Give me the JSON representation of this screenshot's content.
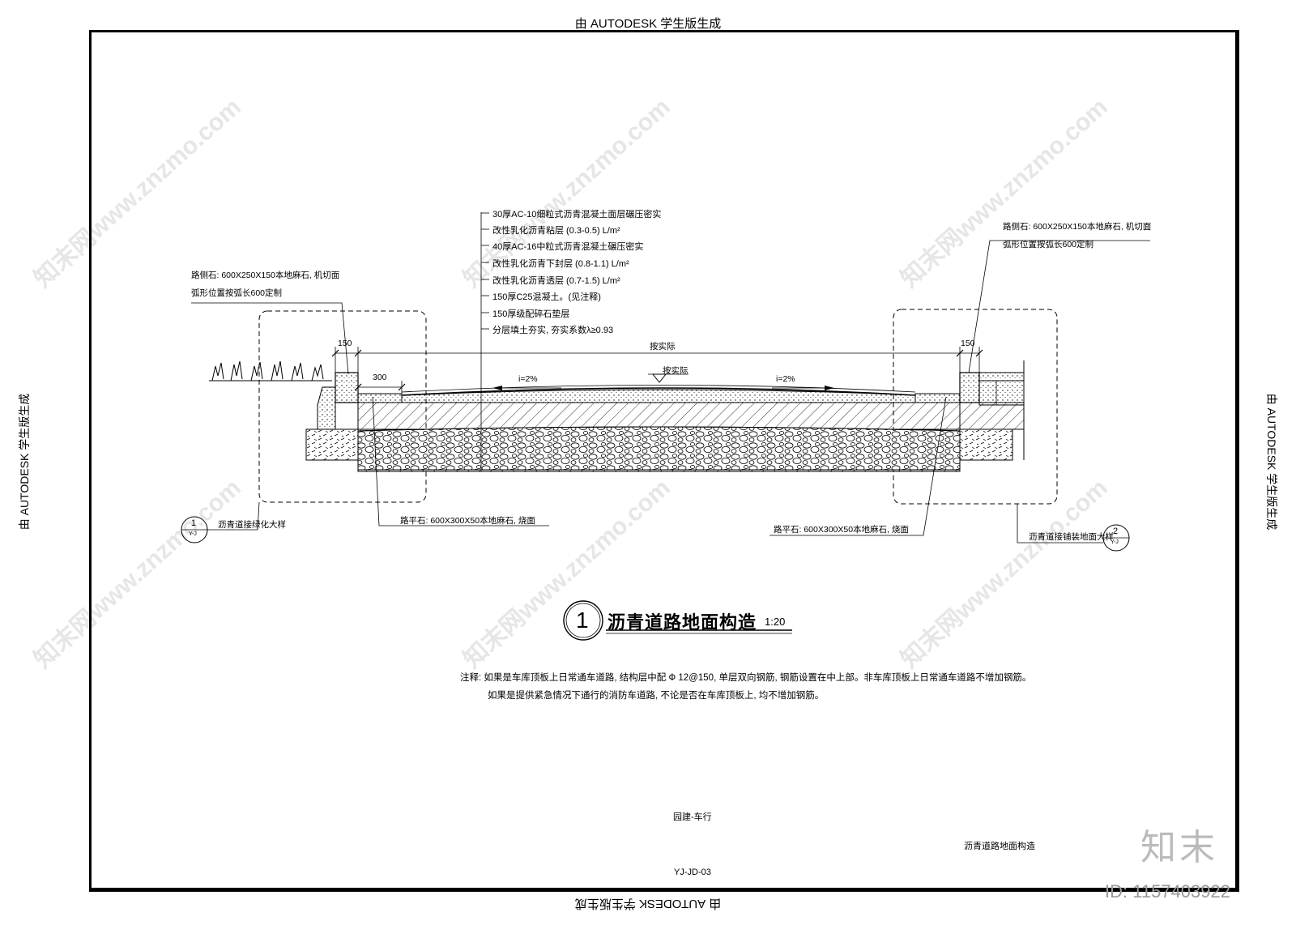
{
  "autodesk_watermark": "由 AUTODESK 学生版生成",
  "site_watermark": "知末网www.znzmo.com",
  "layers": [
    "30厚AC-10细粒式沥青混凝土面层碾压密实",
    "改性乳化沥青粘层 (0.3-0.5) L/m²",
    "40厚AC-16中粒式沥青混凝土碾压密实",
    "改性乳化沥青下封层 (0.8-1.1) L/m²",
    "改性乳化沥青透层 (0.7-1.5) L/m²",
    "150厚C25混凝土。(见注释)",
    "150厚级配碎石垫层",
    "分层填土夯实, 夯实系数λ≥0.93"
  ],
  "curb_left": {
    "line1": "路侧石: 600X250X150本地麻石, 机切面",
    "line2": "弧形位置按弧长600定制"
  },
  "curb_right": {
    "line1": "路侧石: 600X250X150本地麻石, 机切面",
    "line2": "弧形位置按弧长600定制"
  },
  "dims": {
    "d150_left": "150",
    "d300": "300",
    "d150_right": "150",
    "by_actual_top": "按实际",
    "by_actual_mid": "按实际"
  },
  "slope_left": "i=2%",
  "slope_right": "i=2%",
  "flat_stone_left": "路平石: 600X300X50本地麻石, 烧面",
  "flat_stone_right": "路平石: 600X300X50本地麻石, 烧面",
  "detail1": {
    "num": "1",
    "sheet": "Y-J",
    "label": "沥青道接绿化大样"
  },
  "detail2": {
    "num": "2",
    "sheet": "Y-J",
    "label": "沥青道接铺装地面大样"
  },
  "title": {
    "num": "1",
    "text": "沥青道路地面构造",
    "scale": "1:20"
  },
  "notes": {
    "line1": "注释: 如果是车库顶板上日常通车道路, 结构层中配 Ф 12@150, 单层双向钢筋, 钢筋设置在中上部。非车库顶板上日常通车道路不增加钢筋。",
    "line2": "如果是提供紧急情况下通行的消防车道路, 不论是否在车库顶板上, 均不增加钢筋。"
  },
  "footer": {
    "category": "园建-车行",
    "sheet_name": "沥青道路地面构造",
    "code": "YJ-JD-03"
  },
  "brand": "知末",
  "image_id": "ID: 1157403922"
}
